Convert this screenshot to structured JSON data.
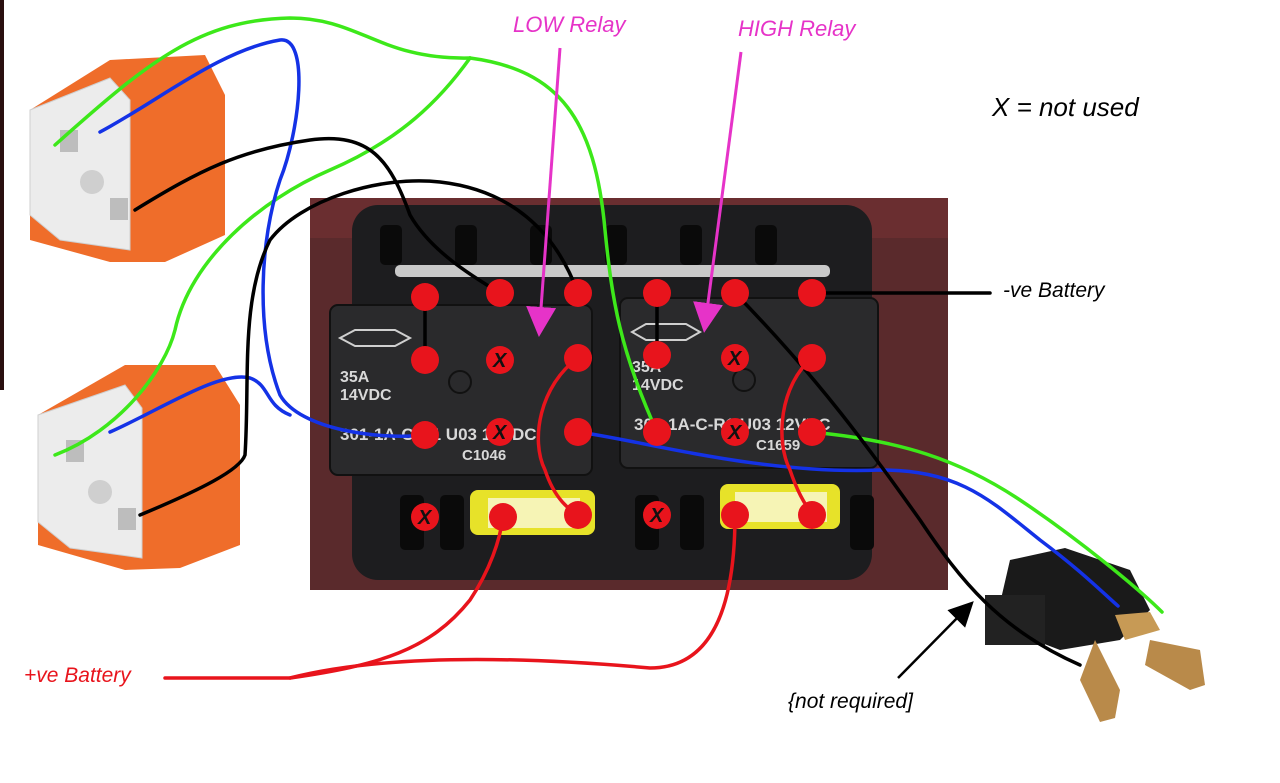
{
  "labels": {
    "low_relay": "LOW Relay",
    "high_relay": "HIGH Relay",
    "legend": "X = not used",
    "neg_battery": "-ve Battery",
    "pos_battery": "+ve Battery",
    "not_required": "{not required]"
  },
  "relays": {
    "low": {
      "amps": "35A",
      "voltage": "14VDC",
      "part": "301-1A-C-R1 U03 12VDC",
      "code": "C1046"
    },
    "high": {
      "amps": "35A",
      "voltage": "14VDC",
      "part": "301-1A-C-R1 U03 12VDC",
      "code": "C1659"
    }
  },
  "unused_mark": "X",
  "colors": {
    "low_label": "#e633c8",
    "high_label": "#e633c8",
    "pos_battery": "#e8141c",
    "wire_green": "#3de81a",
    "wire_blue": "#1432e6",
    "wire_black": "#000000",
    "wire_red": "#e8141c",
    "terminal_dot": "#e8141c",
    "arrow_magenta": "#e633c8",
    "socket_orange": "#ef6d2a"
  }
}
